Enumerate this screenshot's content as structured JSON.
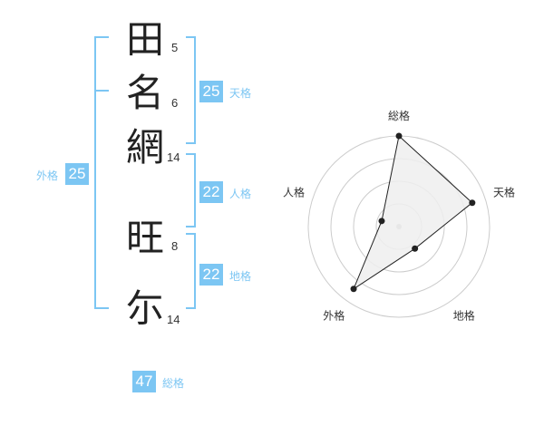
{
  "colors": {
    "accent": "#7cc6f3",
    "text": "#222222",
    "label": "#7cc6f3",
    "radar_fill": "#eeeeee",
    "radar_line": "#222222",
    "grid": "#cccccc"
  },
  "name": {
    "characters": [
      {
        "char": "田",
        "strokes": "5"
      },
      {
        "char": "名",
        "strokes": "6"
      },
      {
        "char": "網",
        "strokes": "14"
      },
      {
        "char": "旺",
        "strokes": "8"
      },
      {
        "char": "尓",
        "strokes": "14"
      }
    ]
  },
  "kakusu": {
    "tenkaku": {
      "value": "25",
      "label": "天格"
    },
    "jinkaku": {
      "value": "22",
      "label": "人格"
    },
    "chikaku": {
      "value": "22",
      "label": "地格"
    },
    "gaikaku": {
      "value": "25",
      "label": "外格"
    },
    "soukaku": {
      "value": "47",
      "label": "総格"
    }
  },
  "chart_data": {
    "type": "radar",
    "axes": [
      "総格",
      "天格",
      "地格",
      "外格",
      "人格"
    ],
    "values": [
      1.0,
      0.85,
      0.3,
      0.85,
      0.2
    ],
    "rlim": [
      0,
      1
    ],
    "rings": 4,
    "grid": true
  }
}
